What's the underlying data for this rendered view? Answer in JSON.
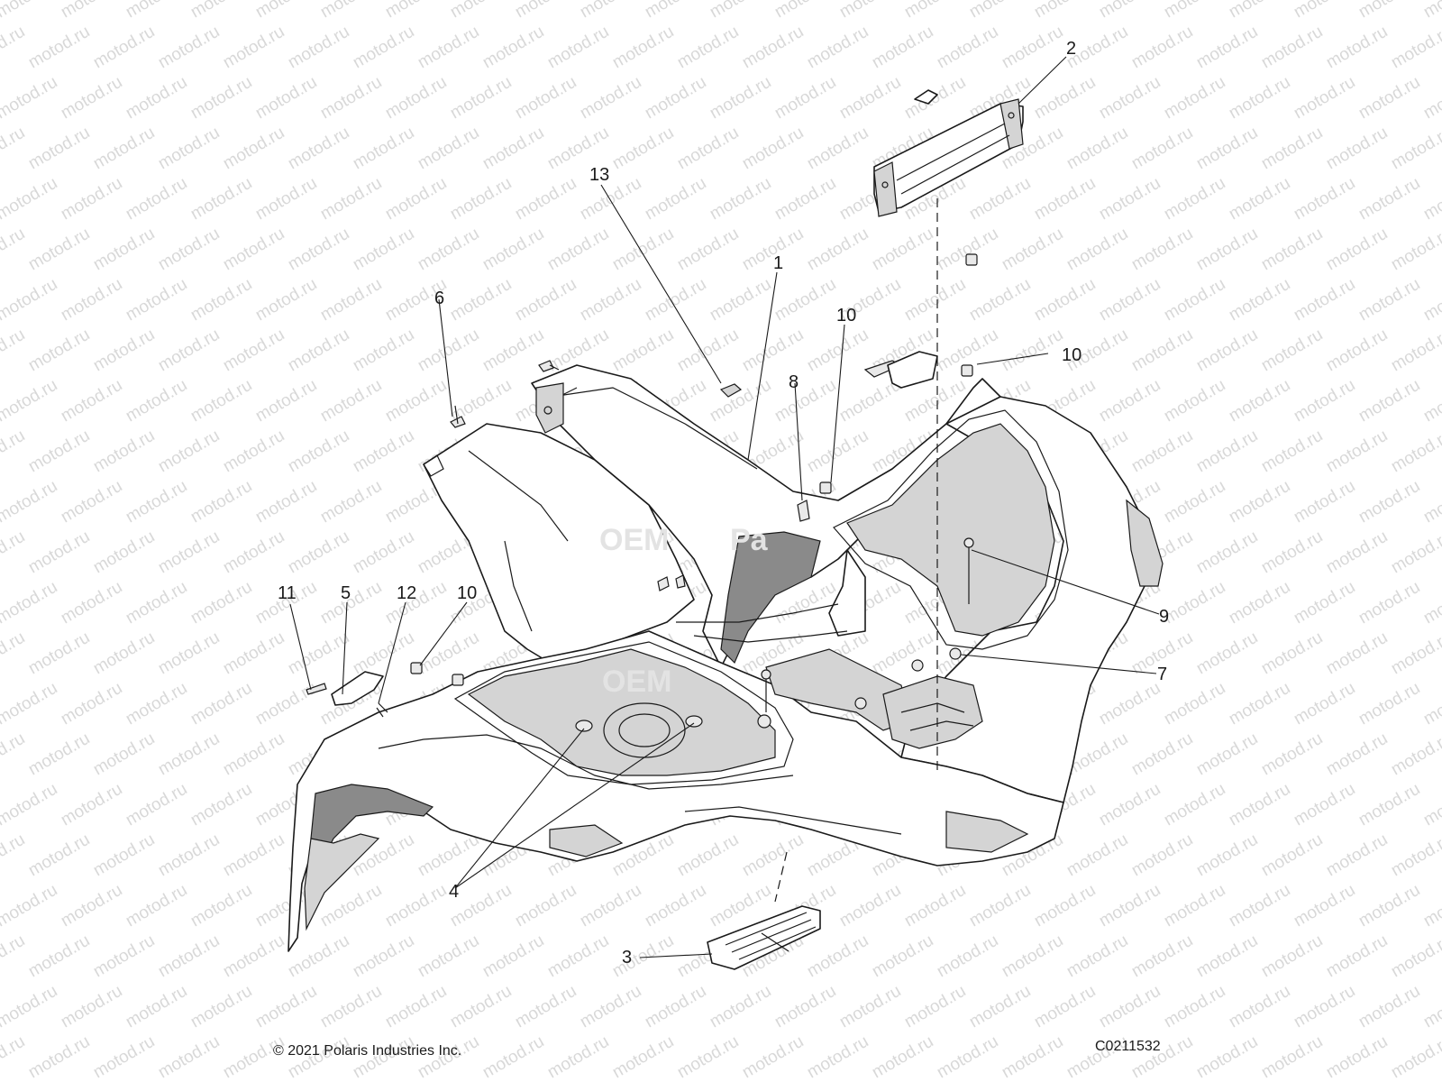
{
  "watermark": {
    "text": "motod.ru",
    "color": "#b9b9b9"
  },
  "oem_marks": [
    "OEM",
    "OEM",
    "Pa"
  ],
  "footer": {
    "copyright": "© 2021 Polaris Industries Inc.",
    "diagram_code": "C0211532"
  },
  "callouts": [
    {
      "id": "c1",
      "label": "1"
    },
    {
      "id": "c2",
      "label": "2"
    },
    {
      "id": "c3",
      "label": "3"
    },
    {
      "id": "c4",
      "label": "4"
    },
    {
      "id": "c5",
      "label": "5"
    },
    {
      "id": "c6",
      "label": "6"
    },
    {
      "id": "c7",
      "label": "7"
    },
    {
      "id": "c8",
      "label": "8"
    },
    {
      "id": "c9",
      "label": "9"
    },
    {
      "id": "c10a",
      "label": "10"
    },
    {
      "id": "c10b",
      "label": "10"
    },
    {
      "id": "c10c",
      "label": "10"
    },
    {
      "id": "c11",
      "label": "11"
    },
    {
      "id": "c12",
      "label": "12"
    },
    {
      "id": "c13",
      "label": "13"
    }
  ]
}
